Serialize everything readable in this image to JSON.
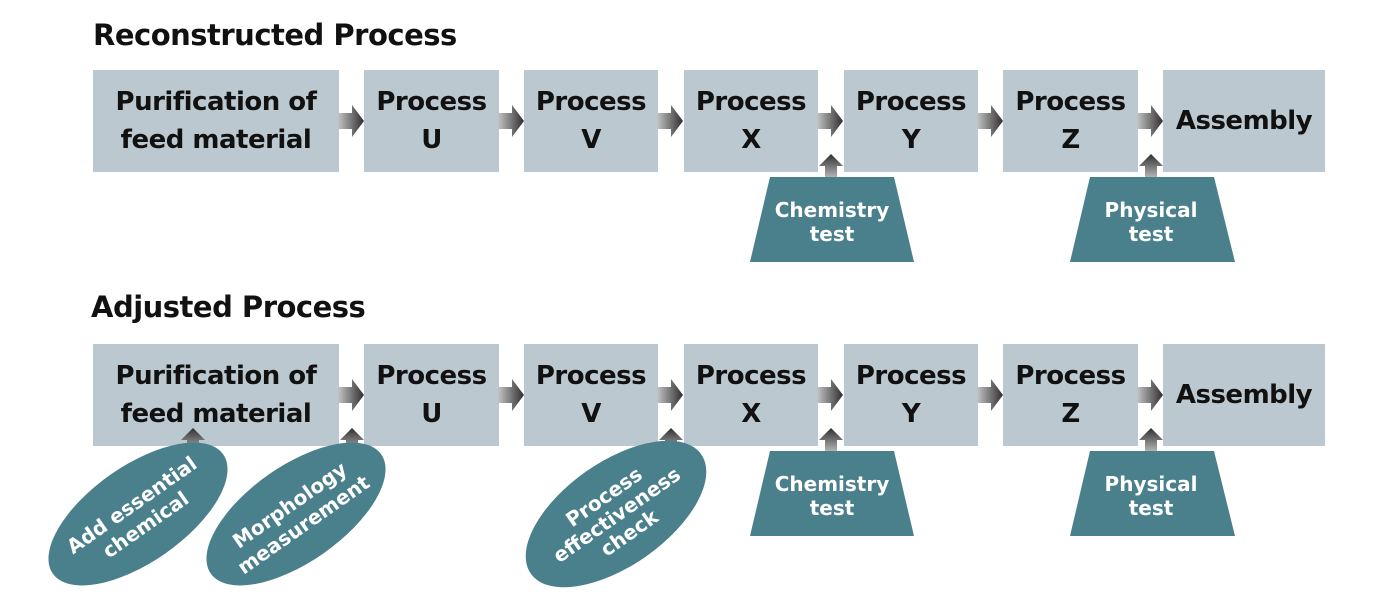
{
  "diagrams": [
    {
      "title": "Reconstructed Process",
      "steps": [
        {
          "line1": "Purification of",
          "line2": "feed material"
        },
        {
          "line1": "Process",
          "line2": "U"
        },
        {
          "line1": "Process",
          "line2": "V"
        },
        {
          "line1": "Process",
          "line2": "X"
        },
        {
          "line1": "Process",
          "line2": "Y"
        },
        {
          "line1": "Process",
          "line2": "Z"
        },
        {
          "line1": "Assembly",
          "line2": ""
        }
      ],
      "checks": [
        {
          "shape": "trapezoid",
          "line1": "Chemistry",
          "line2": "test",
          "between": "X-Y"
        },
        {
          "shape": "trapezoid",
          "line1": "Physical",
          "line2": "test",
          "between": "Z-Assembly"
        }
      ]
    },
    {
      "title": "Adjusted Process",
      "steps": [
        {
          "line1": "Purification of",
          "line2": "feed material"
        },
        {
          "line1": "Process",
          "line2": "U"
        },
        {
          "line1": "Process",
          "line2": "V"
        },
        {
          "line1": "Process",
          "line2": "X"
        },
        {
          "line1": "Process",
          "line2": "Y"
        },
        {
          "line1": "Process",
          "line2": "Z"
        },
        {
          "line1": "Assembly",
          "line2": ""
        }
      ],
      "checks": [
        {
          "shape": "ellipse",
          "line1": "Add essential",
          "line2": "chemical",
          "line3": "",
          "target": "Purification of feed material"
        },
        {
          "shape": "ellipse",
          "line1": "Morphology",
          "line2": "measurement",
          "line3": "",
          "between": "Purification-U"
        },
        {
          "shape": "ellipse",
          "line1": "Process",
          "line2": "effectiveness",
          "line3": "check",
          "between": "V-X"
        },
        {
          "shape": "trapezoid",
          "line1": "Chemistry",
          "line2": "test",
          "between": "X-Y"
        },
        {
          "shape": "trapezoid",
          "line1": "Physical",
          "line2": "test",
          "between": "Z-Assembly"
        }
      ]
    }
  ],
  "colors": {
    "box": "#bcc8d0",
    "check": "#4a7f8c",
    "arrow_dark": "#3a3a3a",
    "arrow_light": "#b8b8b8"
  }
}
